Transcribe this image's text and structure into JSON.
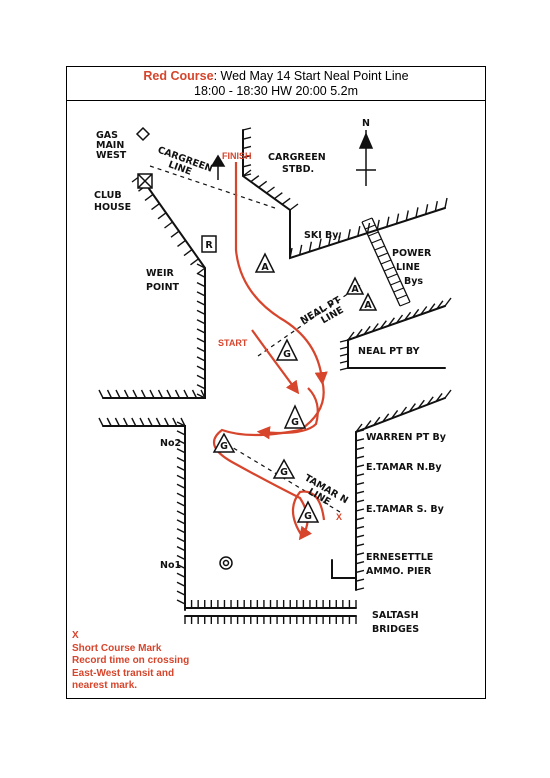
{
  "header": {
    "course_name": "Red Course",
    "line1_rest": ": Wed May 14 Start Neal Point  Line",
    "line2": "18:00 - 18:30 HW 20:00 5.2m"
  },
  "map_labels": {
    "gas_main_west": [
      "GAS",
      "MAIN",
      "WEST"
    ],
    "cargreen_line": [
      "CARGREEN",
      "LINE"
    ],
    "finish": "FINISH",
    "cargreen_stbd": [
      "CARGREEN",
      "STBD."
    ],
    "club_house": [
      "CLUB",
      "HOUSE"
    ],
    "ski_buoy": "SKI By.",
    "power_line_buoys": [
      "POWER",
      "LINE",
      "Bys"
    ],
    "weir_point": [
      "WEIR",
      "POINT"
    ],
    "neal_pt_line": [
      "NEAL PT",
      "LINE"
    ],
    "start": "START",
    "neal_pt_buoy": "NEAL PT BY",
    "warren_pt_buoy": "WARREN PT By",
    "no2": "No2",
    "e_tamar_n_buoy": "E.TAMAR N.By",
    "tamar_line": [
      "TAMAR N",
      "LINE"
    ],
    "x_mark": "X",
    "e_tamar_s_buoy": "E.TAMAR S. By",
    "no1": "No1",
    "ernesettle": [
      "ERNESETTLE",
      "AMMO. PIER"
    ],
    "saltash": [
      "SALTASH",
      "BRIDGES"
    ],
    "north": "N"
  },
  "marks": {
    "R": "R",
    "A": "A",
    "G": "G"
  },
  "note": {
    "x": "X",
    "lines": [
      "Short Course Mark",
      "Record time on crossing",
      "East-West transit and",
      "nearest mark."
    ]
  },
  "colors": {
    "course_red": "#d6452c",
    "ink": "#111111"
  }
}
